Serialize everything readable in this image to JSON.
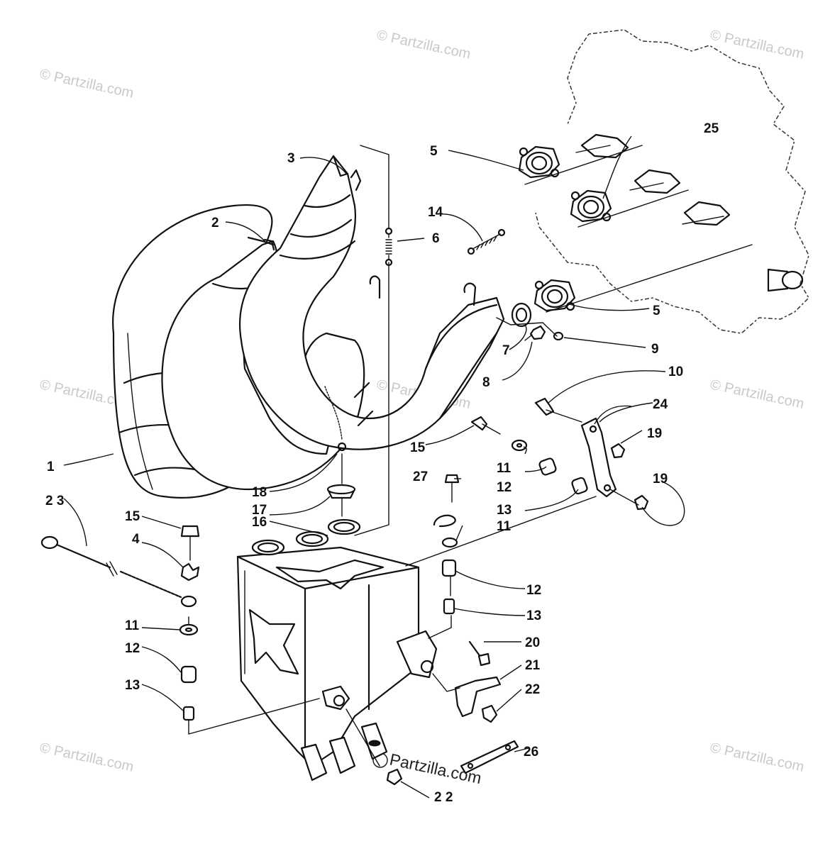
{
  "watermark": {
    "text": "© Partzilla.com",
    "center_text": "Partzilla.com"
  },
  "callouts": [
    {
      "id": "c1",
      "label": "1"
    },
    {
      "id": "c2",
      "label": "2"
    },
    {
      "id": "c3",
      "label": "3"
    },
    {
      "id": "c4",
      "label": "4"
    },
    {
      "id": "c5a",
      "label": "5"
    },
    {
      "id": "c5b",
      "label": "5"
    },
    {
      "id": "c6",
      "label": "6"
    },
    {
      "id": "c7",
      "label": "7"
    },
    {
      "id": "c8",
      "label": "8"
    },
    {
      "id": "c9",
      "label": "9"
    },
    {
      "id": "c10",
      "label": "10"
    },
    {
      "id": "c11a",
      "label": "11"
    },
    {
      "id": "c11b",
      "label": "11"
    },
    {
      "id": "c11c",
      "label": "11"
    },
    {
      "id": "c12a",
      "label": "12"
    },
    {
      "id": "c12b",
      "label": "12"
    },
    {
      "id": "c12c",
      "label": "12"
    },
    {
      "id": "c13a",
      "label": "13"
    },
    {
      "id": "c13b",
      "label": "13"
    },
    {
      "id": "c13c",
      "label": "13"
    },
    {
      "id": "c14",
      "label": "14"
    },
    {
      "id": "c15a",
      "label": "15"
    },
    {
      "id": "c15b",
      "label": "15"
    },
    {
      "id": "c16",
      "label": "16"
    },
    {
      "id": "c17",
      "label": "17"
    },
    {
      "id": "c18",
      "label": "18"
    },
    {
      "id": "c19a",
      "label": "19"
    },
    {
      "id": "c19b",
      "label": "19"
    },
    {
      "id": "c20",
      "label": "20"
    },
    {
      "id": "c21",
      "label": "21"
    },
    {
      "id": "c22a",
      "label": "22"
    },
    {
      "id": "c22b",
      "label": "2 2"
    },
    {
      "id": "c23",
      "label": "2 3"
    },
    {
      "id": "c24",
      "label": "24"
    },
    {
      "id": "c25",
      "label": "25"
    },
    {
      "id": "c26",
      "label": "26"
    },
    {
      "id": "c27",
      "label": "27"
    }
  ]
}
